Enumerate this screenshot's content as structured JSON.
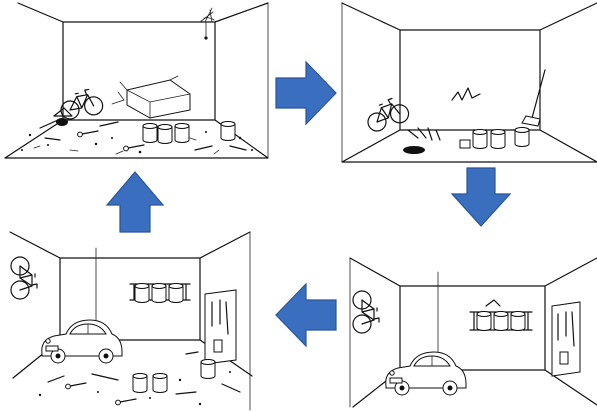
{
  "colors": {
    "arrow_fill": "#3A6FBF",
    "arrow_stroke": "#2C5597",
    "line": "#111111",
    "background": "#FFFFFF"
  },
  "panels": [
    {
      "id": "messy-garage",
      "position": "top-left",
      "contents": [
        "box",
        "debris",
        "cobweb",
        "bicycle-on-floor",
        "paint-cans",
        "tools"
      ]
    },
    {
      "id": "cleared-garage",
      "position": "top-right",
      "contents": [
        "bicycle",
        "broom",
        "tools",
        "paint-cans",
        "oil-stain",
        "wall-crack"
      ]
    },
    {
      "id": "organized-garage",
      "position": "bottom-right",
      "contents": [
        "car",
        "shelf",
        "paint-cans",
        "wall-bike",
        "pegboard",
        "tools"
      ]
    },
    {
      "id": "remessy-garage",
      "position": "bottom-left",
      "contents": [
        "car",
        "shelf",
        "wall-bike",
        "pegboard",
        "scattered-tools",
        "paint-cans"
      ]
    }
  ],
  "arrows": [
    {
      "id": "arrow-right",
      "direction": "right"
    },
    {
      "id": "arrow-down",
      "direction": "down"
    },
    {
      "id": "arrow-left",
      "direction": "left"
    },
    {
      "id": "arrow-up",
      "direction": "up"
    }
  ]
}
